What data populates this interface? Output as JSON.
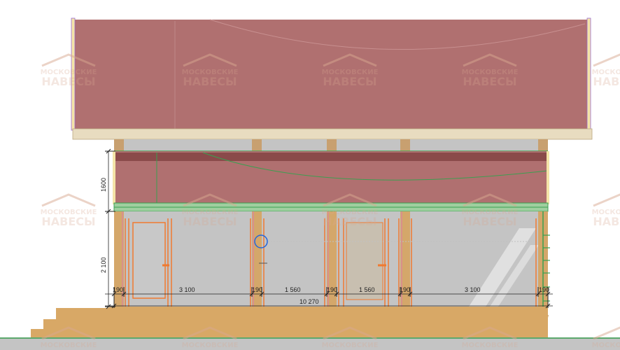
{
  "watermark": {
    "line1": "МОСКОВСКИЕ",
    "line2": "НАВЕСЫ"
  },
  "dimensions": {
    "bottom_segments": [
      "190",
      "3 100",
      "190",
      "1 560",
      "190",
      "1 560",
      "190",
      "3 100",
      "190"
    ],
    "total": "10 270",
    "height_upper": "1600",
    "height_lower": "2 100"
  },
  "colors": {
    "roof": "#b07070",
    "roof_edge": "#e8dcc0",
    "wood": "#d4a76a",
    "ground": "#d8a866",
    "glass": "#c4c4c4",
    "frame_orange": "#f07a30",
    "frame_green": "#3aa050",
    "dim_line": "#222222",
    "selection": "#2266dd"
  }
}
